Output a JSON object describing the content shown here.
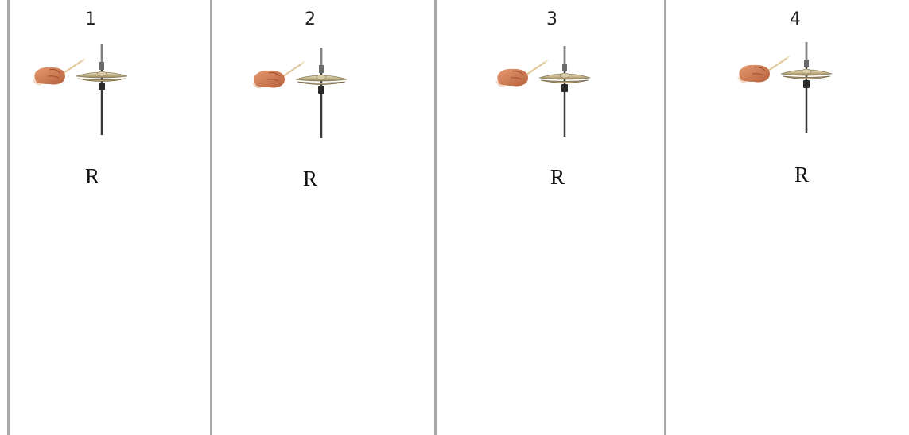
{
  "beats": [
    {
      "number": "1",
      "hand": "R"
    },
    {
      "number": "2",
      "hand": "R"
    },
    {
      "number": "3",
      "hand": "R"
    },
    {
      "number": "4",
      "hand": "R"
    }
  ],
  "icons": {
    "instrument": "hi-hat-cymbal-icon",
    "hand": "hand-with-drumstick-icon"
  },
  "colors": {
    "divider": "#a9a9a9",
    "cymbal": "#c9b98f",
    "skin": "#d9805a"
  }
}
